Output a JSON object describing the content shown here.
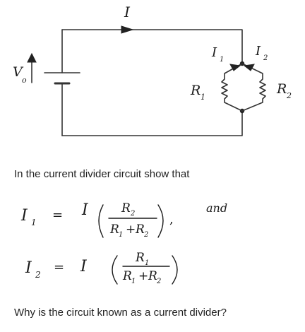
{
  "circuit": {
    "source_label": "V",
    "source_sub": "o",
    "total_current_label": "I",
    "branch1_current_label": "I",
    "branch1_current_sub": "1",
    "branch2_current_label": "I",
    "branch2_current_sub": "2",
    "resistor1_label": "R",
    "resistor1_sub": "1",
    "resistor2_label": "R",
    "resistor2_sub": "2"
  },
  "question": {
    "intro": "In the current divider circuit show that",
    "equation1": {
      "lhs": "I",
      "lhs_sub": "1",
      "equals": "=",
      "factor": "I",
      "numerator": "R",
      "numerator_sub": "2",
      "denominator_a": "R",
      "denominator_a_sub": "1",
      "plus": "+",
      "denominator_b": "R",
      "denominator_b_sub": "2",
      "trailing": ",",
      "conjunction": "and"
    },
    "equation2": {
      "lhs": "I",
      "lhs_sub": "2",
      "equals": "=",
      "factor": "I",
      "numerator": "R",
      "numerator_sub": "1",
      "denominator_a": "R",
      "denominator_a_sub": "1",
      "plus": "+",
      "denominator_b": "R",
      "denominator_b_sub": "2"
    },
    "followup": "Why is the circuit known as a current divider?"
  }
}
